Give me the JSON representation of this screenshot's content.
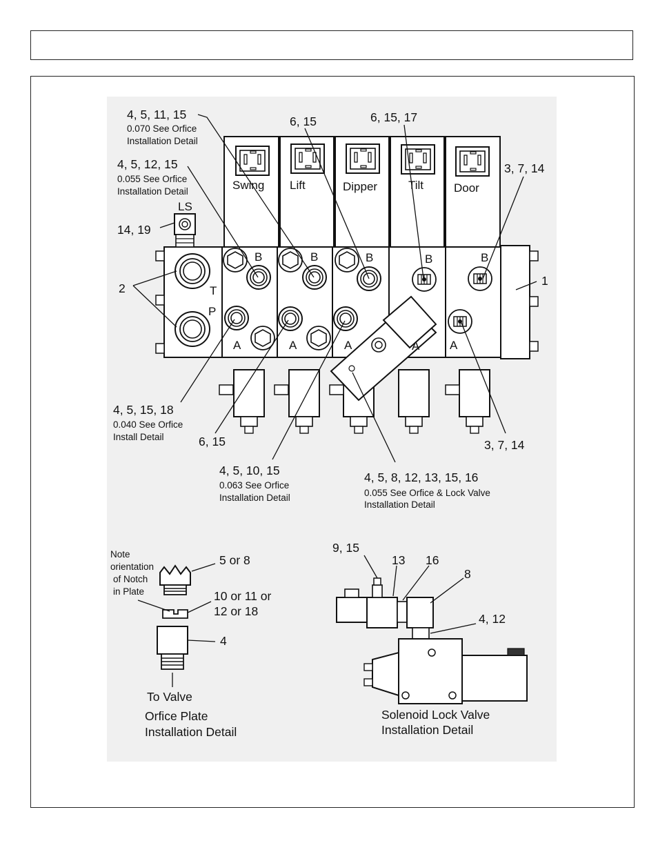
{
  "sections": {
    "labels": [
      "Swing",
      "Lift",
      "Dipper",
      "Tilt",
      "Door"
    ]
  },
  "ports": {
    "ls": "LS",
    "t": "T",
    "p": "P",
    "b": "B",
    "a": "A"
  },
  "callouts": {
    "c1_parts": "4, 5, 11, 15",
    "c1_size": "0.070 See Orfice",
    "c1_detail": "Installation Detail",
    "c2_parts": "4, 5, 12, 15",
    "c2_size": "0.055 See Orfice",
    "c2_detail": "Installation Detail",
    "c3_parts": "6, 15",
    "c4_parts": "6, 15, 17",
    "c5_parts": "3, 7, 14",
    "c6_parts": "14, 19",
    "c7_parts": "2",
    "c8_parts": "1",
    "c9_parts": "4, 5, 15, 18",
    "c9_size": "0.040  See Orfice",
    "c9_detail": "Install Detail",
    "c10_parts": "6, 15",
    "c11_parts": "3, 7, 14",
    "c12_parts": "4, 5, 10, 15",
    "c12_size": "0.063 See Orfice",
    "c12_detail": "Installation Detail",
    "c13_parts": "4, 5, 8, 12, 13, 15, 16",
    "c13_size": "0.055 See Orfice & Lock Valve",
    "c13_detail": "Installation Detail"
  },
  "orifice_detail": {
    "note1": "Note",
    "note2": "orientation",
    "note3": "of Notch",
    "note4": "in Plate",
    "part_cap": "5 or 8",
    "part_plate1": "10 or 11 or",
    "part_plate2": "12 or 18",
    "part_body": "4",
    "to_valve": "To Valve",
    "title1": "Orfice Plate",
    "title2": "Installation Detail"
  },
  "lock_detail": {
    "p1": "9, 15",
    "p2": "13",
    "p3": "16",
    "p4": "8",
    "p5": "4, 12",
    "title1": "Solenoid Lock Valve",
    "title2": "Installation Detail"
  }
}
